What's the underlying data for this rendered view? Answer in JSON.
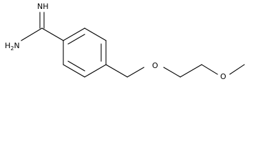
{
  "molecule": {
    "atom_labels": {
      "imine_nh": "NH",
      "amine_nh2": "H2N",
      "ether_oxygen_1": "O",
      "ether_oxygen_2": "O"
    }
  }
}
